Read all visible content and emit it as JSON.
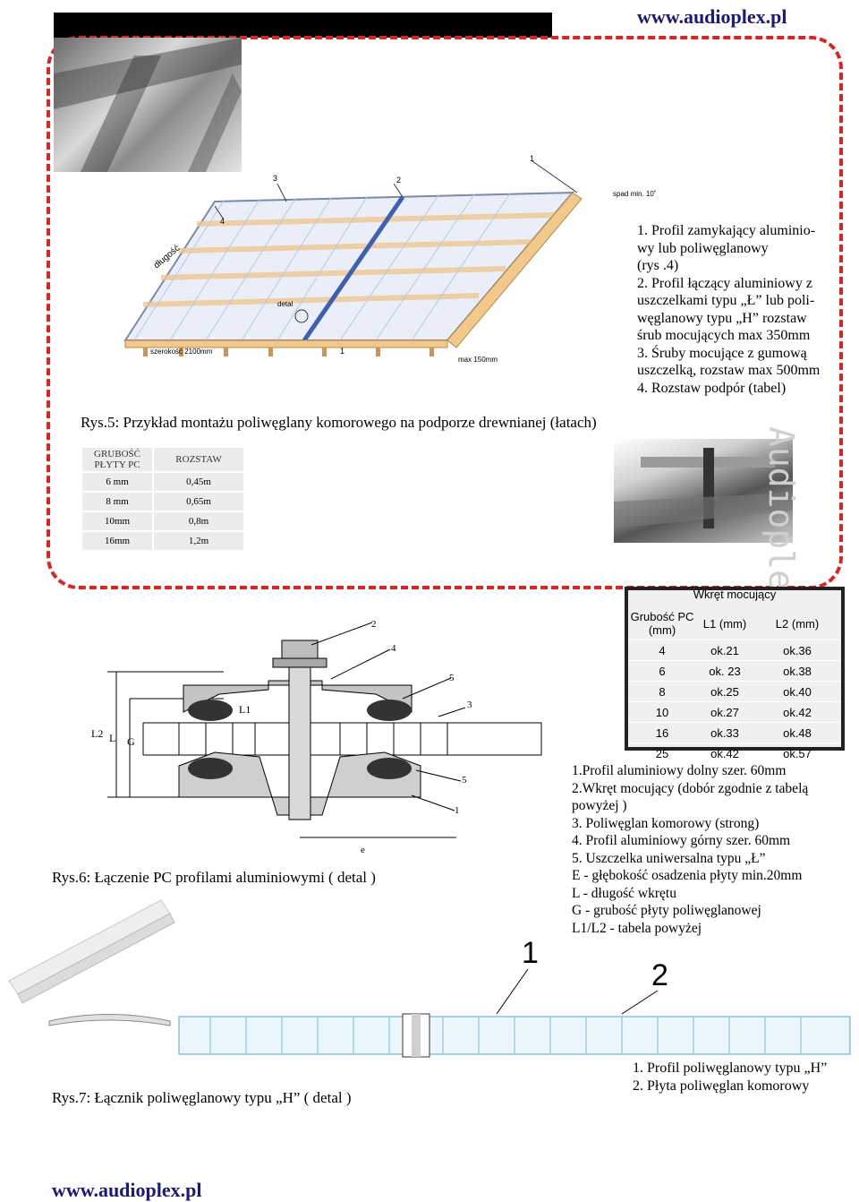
{
  "header": {
    "site": "www.audioplex.pl"
  },
  "footer": {
    "site": "www.audioplex.pl"
  },
  "fig5": {
    "diagram_labels": {
      "n1": "1",
      "n2": "2",
      "n3": "3",
      "n4": "4",
      "dlugosc": "długość",
      "detal": "detal",
      "szerokosc": "szerokość 2100mm",
      "max150": "max 150mm",
      "spad": "spad min. 10˚"
    },
    "legend": [
      "1. Profil zamykający aluminio-",
      "wy lub poliwęglanowy",
      "(rys .4)",
      "2. Profil łączący aluminiowy z",
      "uszczelkami typu „Ł” lub poli-",
      "węglanowy typu „H” rozstaw",
      "śrub mocujących max 350mm",
      "3. Śruby mocujące z gumową",
      "uszczelką, rozstaw max 500mm",
      "4. Rozstaw podpór (tabel)"
    ],
    "caption": "Rys.5: Przykład montażu poliwęglany komorowego na podporze drewnianej (łatach)",
    "table": {
      "head": [
        "GRUBOŚĆ PŁYTY PC",
        "ROZSTAW"
      ],
      "rows": [
        [
          "6 mm",
          "0,45m"
        ],
        [
          "8 mm",
          "0,65m"
        ],
        [
          "10mm",
          "0,8m"
        ],
        [
          "16mm",
          "1,2m"
        ]
      ]
    }
  },
  "fig6": {
    "table": {
      "title": "Wkręt mocujący",
      "head": [
        "Grubość PC (mm)",
        "L1 (mm)",
        "L2 (mm)"
      ],
      "rows": [
        [
          "4",
          "ok.21",
          "ok.36"
        ],
        [
          "6",
          "ok. 23",
          "ok.38"
        ],
        [
          "8",
          "ok.25",
          "ok.40"
        ],
        [
          "10",
          "ok.27",
          "ok.42"
        ],
        [
          "16",
          "ok.33",
          "ok.48"
        ],
        [
          "25",
          "ok.42",
          "ok.57"
        ]
      ]
    },
    "diagram_labels": {
      "L2": "L2",
      "L": "L",
      "G": "G",
      "L1": "L1",
      "e": "e",
      "n1": "1",
      "n2": "2",
      "n3": "3",
      "n4": "4",
      "n5a": "5",
      "n5b": "5"
    },
    "legend": [
      "1.Profil aluminiowy dolny szer. 60mm",
      "2.Wkręt mocujący (dobór zgodnie z tabelą",
      "powyżej )",
      "3. Poliwęglan komorowy (strong)",
      "4. Profil aluminiowy górny szer. 60mm",
      "5. Uszczelka uniwersalna typu „Ł”",
      "E - głębokość osadzenia płyty min.20mm",
      "L - długość wkrętu",
      "G - grubość płyty poliwęglanowej",
      "L1/L2 - tabela powyżej"
    ],
    "caption": "Rys.6: Łączenie PC profilami aluminiowymi ( detal )"
  },
  "fig7": {
    "diagram_labels": {
      "n1": "1",
      "n2": "2"
    },
    "legend": [
      "1. Profil poliwęglanowy typu „H”",
      "2. Płyta poliwęglan komorowy"
    ],
    "caption": "Rys.7: Łącznik poliwęglanowy typu „H” ( detal )"
  },
  "watermark": "Audioplex"
}
